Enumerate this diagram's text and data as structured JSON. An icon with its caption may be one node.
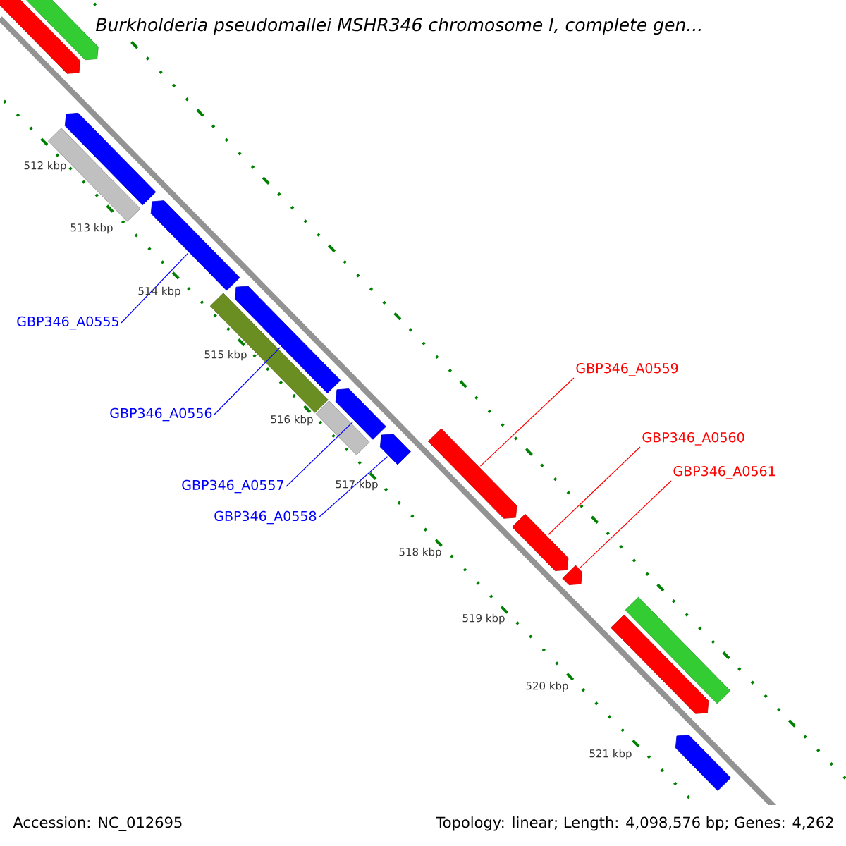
{
  "diagram": {
    "title": "Burkholderia pseudomallei MSHR346 chromosome I, complete gen...",
    "nodes": [
      {
        "text": [],
        "shape": "arrow"
      },
      {
        "text": [],
        "shape": "arrow"
      },
      {
        "text": [],
        "shape": "arrow"
      },
      {
        "text": [],
        "shape": "bar"
      },
      {
        "text": [],
        "shape": "arrow"
      },
      {
        "text": [],
        "shape": "arrow"
      },
      {
        "text": [],
        "shape": "bar"
      },
      {
        "text": [],
        "shape": "bar"
      },
      {
        "text": [],
        "shape": "arrow"
      },
      {
        "text": [],
        "shape": "arrow"
      },
      {
        "text": [],
        "shape": "arrow"
      },
      {
        "text": [],
        "shape": "arrow"
      },
      {
        "text": [],
        "shape": "arrow"
      },
      {
        "text": [],
        "shape": "bar"
      },
      {
        "text": [],
        "shape": "arrow"
      },
      {
        "text": [],
        "shape": "arrow"
      },
      {
        "text": [
          "GBP346_A0555"
        ]
      },
      {
        "text": [
          "GBP346_A0556"
        ]
      },
      {
        "text": [
          "GBP346_A0557"
        ]
      },
      {
        "text": [
          "GBP346_A0558"
        ]
      },
      {
        "text": [
          "GBP346_A0559"
        ]
      },
      {
        "text": [
          "GBP346_A0560"
        ]
      },
      {
        "text": [
          "GBP346_A0561"
        ]
      }
    ],
    "edges": [
      {
        "from": 16,
        "to": 4,
        "arrow": "none"
      },
      {
        "from": 17,
        "to": 5,
        "arrow": "none"
      },
      {
        "from": 18,
        "to": 8,
        "arrow": "none"
      },
      {
        "from": 19,
        "to": 9,
        "arrow": "none"
      },
      {
        "from": 20,
        "to": 10,
        "arrow": "none",
        "color": "#ff0000"
      },
      {
        "from": 21,
        "to": 11,
        "arrow": "none",
        "color": "#ff0000"
      },
      {
        "from": 22,
        "to": 12,
        "arrow": "none",
        "color": "#ff0000"
      }
    ],
    "labels": [
      "512 kbp",
      "513 kbp",
      "514 kbp",
      "515 kbp",
      "516 kbp",
      "517 kbp",
      "518 kbp",
      "519 kbp",
      "520 kbp",
      "521 kbp",
      "Accession: NC_012695",
      "Topology: linear; Length: 4,098,576 bp; Genes: 4,262"
    ]
  }
}
